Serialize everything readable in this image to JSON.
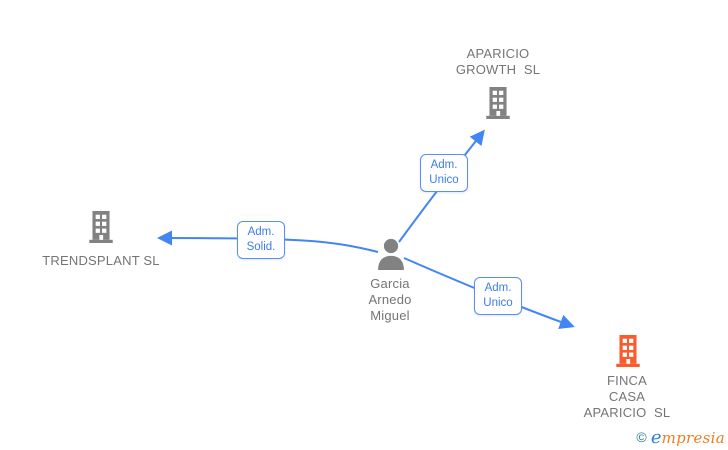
{
  "diagram": {
    "nodes": {
      "aparicio_growth": {
        "lines": [
          "APARICIO",
          "GROWTH  SL"
        ],
        "icon": "building-icon",
        "icon_color": "#828282"
      },
      "trendsplant": {
        "lines": [
          "TRENDSPLANT SL"
        ],
        "icon": "building-icon",
        "icon_color": "#828282"
      },
      "garcia_arnedo_miguel": {
        "lines": [
          "Garcia",
          "Arnedo",
          "Miguel"
        ],
        "icon": "person-icon",
        "icon_color": "#828282"
      },
      "finca_casa_aparicio": {
        "lines": [
          "FINCA",
          "CASA",
          "APARICIO  SL"
        ],
        "icon": "building-icon",
        "icon_color": "#f95d2d"
      }
    },
    "edge_labels": {
      "to_aparicio": {
        "lines": [
          "Adm.",
          "Unico"
        ]
      },
      "to_trendsplant": {
        "lines": [
          "Adm.",
          "Solid."
        ]
      },
      "to_finca": {
        "lines": [
          "Adm.",
          "Unico"
        ]
      }
    },
    "colors": {
      "edge": "#4285f4",
      "node_label_text": "#757575",
      "edge_label_text": "#3d7ce8",
      "edge_label_border": "#5a8ff0",
      "building_gray": "#828282",
      "building_orange": "#f95d2d"
    }
  },
  "watermark": {
    "copyright": "©",
    "brand_e": "e",
    "brand_rest": "mpresia"
  }
}
